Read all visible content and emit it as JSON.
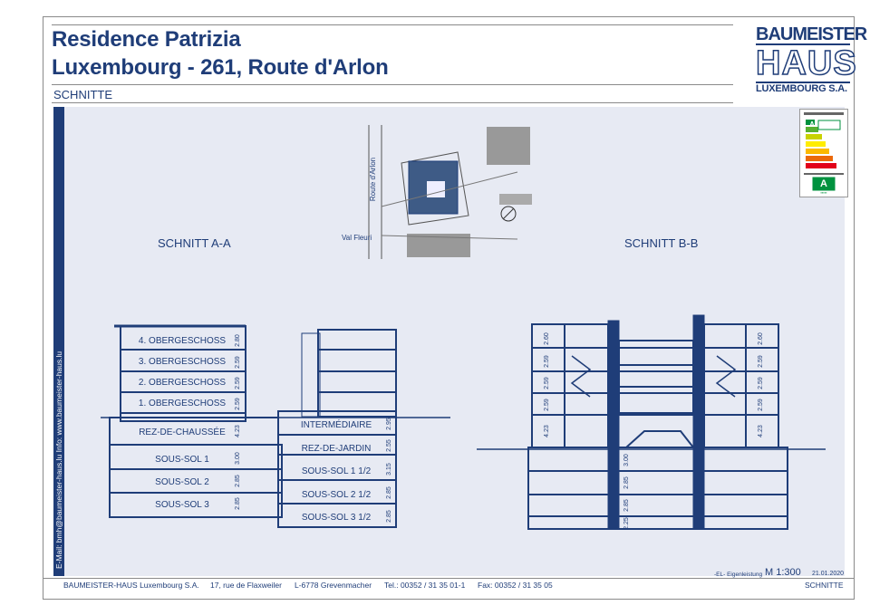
{
  "header": {
    "title_line1": "Residence Patrizia",
    "title_line2": "Luxembourg - 261, Route d'Arlon",
    "section": "SCHNITTE"
  },
  "logo": {
    "line1": "BAUMEISTER",
    "line2": "HAUS",
    "line3": "LUXEMBOURG S.A."
  },
  "energy_badge": {
    "class_1": "A",
    "class_2": "A"
  },
  "sidebar": {
    "contact": "E-Mail: bmh@baumeister-haus.lu    Info:   www.baumeister-haus.lu"
  },
  "site_plan": {
    "street_1": "Route d'Arlon",
    "street_2": "Val Fleuri"
  },
  "section_a": {
    "title": "SCHNITT A-A",
    "floors": [
      "4. OBERGESCHOSS",
      "3. OBERGESCHOSS",
      "2. OBERGESCHOSS",
      "1. OBERGESCHOSS",
      "REZ-DE-CHAUSSÉE",
      "SOUS-SOL 1",
      "SOUS-SOL 2",
      "SOUS-SOL 3"
    ],
    "floors_right": [
      "INTERMÉDIAIRE",
      "REZ-DE-JARDIN",
      "SOUS-SOL 1 1/2",
      "SOUS-SOL 2 1/2",
      "SOUS-SOL 3 1/2"
    ],
    "dims_left": [
      "2.80",
      "2.59",
      "2.59",
      "2.59",
      "4.23",
      "3.00",
      "2.85",
      "2.85"
    ],
    "dims_right": [
      "2.95",
      "2.55",
      "3.15",
      "2.85",
      "2.85"
    ]
  },
  "section_b": {
    "title": "SCHNITT B-B",
    "dims_left": [
      "2.60",
      "2.59",
      "2.59",
      "2.59",
      "4.23"
    ],
    "dims_mid": [
      "3.00",
      "2.85",
      "2.85",
      "2.25"
    ],
    "dims_right": [
      "2.60",
      "2.59",
      "2.59",
      "2.59",
      "4.23"
    ]
  },
  "scale": {
    "note": "-EL- Eigenleistung",
    "scale": "M 1:300",
    "date": "21.01.2020"
  },
  "footer": {
    "company": "BAUMEISTER-HAUS Luxembourg S.A.",
    "street": "17, rue de Flaxweiler",
    "city": "L-6778 Grevenmacher",
    "tel": "Tel.: 00352 / 31 35 01-1",
    "fax": "Fax: 00352 / 31 35 05",
    "section": "SCHNITTE"
  }
}
